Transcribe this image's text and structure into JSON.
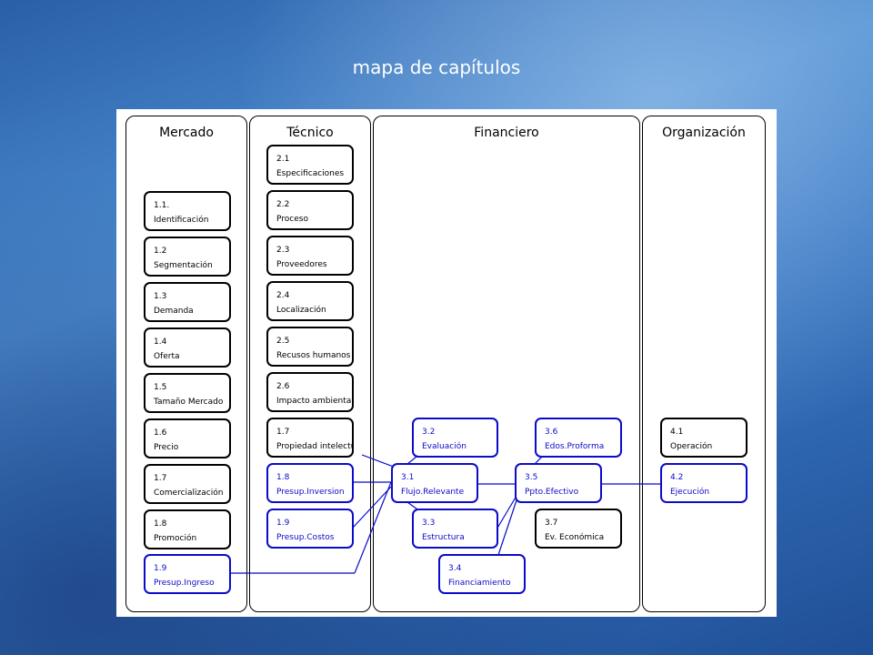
{
  "title": "mapa de capítulos",
  "columns": {
    "mercado": "Mercado",
    "tecnico": "Técnico",
    "financiero": "Financiero",
    "organizacion": "Organización"
  },
  "mercado": [
    {
      "num": "1.1.",
      "label": "Identificación"
    },
    {
      "num": "1.2",
      "label": "Segmentación"
    },
    {
      "num": "1.3",
      "label": "Demanda"
    },
    {
      "num": "1.4",
      "label": "Oferta"
    },
    {
      "num": "1.5",
      "label": "Tamaño Mercado"
    },
    {
      "num": "1.6",
      "label": "Precio"
    },
    {
      "num": "1.7",
      "label": "Comercialización"
    },
    {
      "num": "1.8",
      "label": "Promoción"
    },
    {
      "num": "1.9",
      "label": "Presup.Ingreso"
    }
  ],
  "tecnico": [
    {
      "num": "2.1",
      "label": "Especificaciones"
    },
    {
      "num": "2.2",
      "label": "Proceso"
    },
    {
      "num": "2.3",
      "label": "Proveedores"
    },
    {
      "num": "2.4",
      "label": "Localización"
    },
    {
      "num": "2.5",
      "label": "Recusos humanos"
    },
    {
      "num": "2.6",
      "label": "Impacto ambiental"
    },
    {
      "num": "1.7",
      "label": "Propiedad intelectual"
    },
    {
      "num": "1.8",
      "label": "Presup.Inversion"
    },
    {
      "num": "1.9",
      "label": "Presup.Costos"
    }
  ],
  "financiero": {
    "b32": {
      "num": "3.2",
      "label": "Evaluación"
    },
    "b31": {
      "num": "3.1",
      "label": "Flujo.Relevante"
    },
    "b33": {
      "num": "3.3",
      "label": "Estructura"
    },
    "b34": {
      "num": "3.4",
      "label": "Financiamiento"
    },
    "b36": {
      "num": "3.6",
      "label": "Edos.Proforma"
    },
    "b35": {
      "num": "3.5",
      "label": "Ppto.Efectivo"
    },
    "b37": {
      "num": "3.7",
      "label": "Ev. Económica"
    }
  },
  "organizacion": [
    {
      "num": "4.1",
      "label": "Operación"
    },
    {
      "num": "4.2",
      "label": "Ejecución"
    }
  ],
  "colors": {
    "blue_box": "#0b0bc8",
    "black_box": "#000000",
    "background": "#3a78c4"
  }
}
